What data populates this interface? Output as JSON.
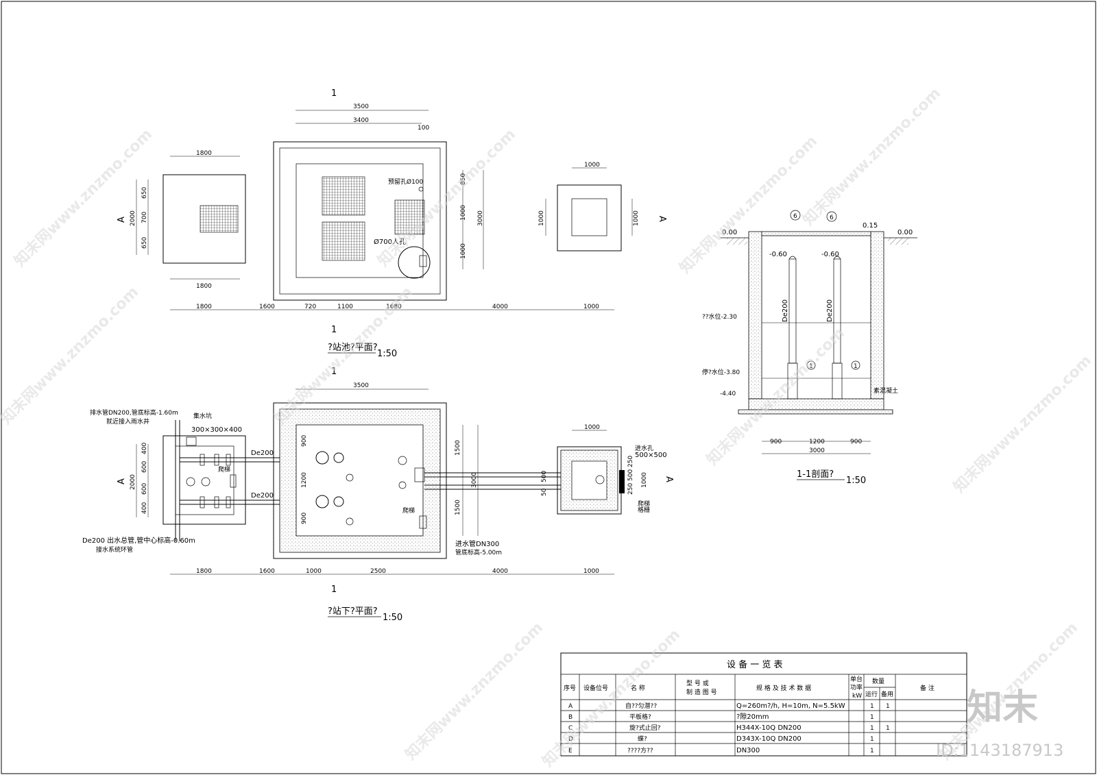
{
  "watermark": {
    "site": "知末网www.znzmo.com",
    "logo": "知末",
    "id_text": "ID:1143187913"
  },
  "plan_top": {
    "title": "?站池?平面?",
    "scale": "1:50",
    "section_mark": "1",
    "dims_top": [
      "3500",
      "3400",
      "100"
    ],
    "left_box_width": "1800",
    "left_box_height": "2000",
    "left_box_parts": [
      "650",
      "700",
      "650"
    ],
    "left_box_bottom": "1800",
    "right_box_width": "1000",
    "right_box_height_left": "1000",
    "right_box_height_right": "1000",
    "main_right_dims": [
      "850",
      "1000",
      "1000",
      "3000"
    ],
    "reserved_hole": "预留孔Ø100",
    "manhole": "Ø700人孔",
    "bottom_dims": [
      "1800",
      "1600",
      "720",
      "1100",
      "1680",
      "4000",
      "1000"
    ],
    "view_mark": "A"
  },
  "plan_bottom": {
    "title": "?站下?平面?",
    "scale": "1:50",
    "top_dim": "3500",
    "drain_pipe": "排水管DN200,管底标高-1.60m",
    "drain_note": "就近接入雨水井",
    "sump_label": "集水坑",
    "sump_size": "300×300×400",
    "pipe_a": "De200",
    "pipe_b": "De200",
    "ladder_left": "爬梯",
    "ladder_main": "爬梯",
    "ladder_right": "爬梯",
    "left_dims": [
      "400",
      "600",
      "600",
      "400",
      "2000"
    ],
    "inner_dims": [
      "900",
      "1200",
      "900"
    ],
    "right_dims": [
      "1500",
      "3000",
      "1500"
    ],
    "outlet_note": "De200 出水总管,管中心标高-0.60m",
    "outlet_note2": "接水系统环管",
    "inlet_hole": "进水孔",
    "inlet_size": "500×500",
    "screen": "格栅",
    "small_dims": [
      "1000",
      "500",
      "250",
      "500",
      "250",
      "1000",
      "50",
      "50"
    ],
    "inlet_pipe": "进水管DN300",
    "inlet_elev": "管底标高-5.00m",
    "bottom_dims": [
      "1800",
      "1600",
      "1000",
      "2500",
      "4000",
      "1000"
    ],
    "section_mark": "1",
    "view_mark": "A"
  },
  "section": {
    "title": "1-1剖面?",
    "scale": "1:50",
    "ground_left": "0.00",
    "ground_right": "0.00",
    "top_level": "0.15",
    "pipe_level_l": "-0.60",
    "pipe_level_r": "-0.60",
    "pipe_l": "De200",
    "pipe_r": "De200",
    "high_water": "??水位-2.30",
    "low_water": "停?水位-3.80",
    "bottom_level": "-4.40",
    "concrete": "素混凝土",
    "tag_6": "6",
    "tag_1": "1",
    "bottom_dims": [
      "900",
      "1200",
      "900"
    ],
    "total_dim": "3000"
  },
  "equipment_table": {
    "title": "设 备 一 览 表",
    "headers": {
      "no": "序号",
      "pos": "设备位号",
      "name": "名 称",
      "model": "型 号 或\n制 造 图 号",
      "spec": "规 格 及 技 术 数 据",
      "power": "单台\n功率\nkW",
      "qty": "数量",
      "run": "运行",
      "spare": "备用",
      "remark": "备 注"
    },
    "rows": [
      {
        "no": "A",
        "name": "自??匀潜??",
        "spec": "Q=260m?/h, H=10m, N=5.5kW",
        "run": "1",
        "spare": "1"
      },
      {
        "no": "B",
        "name": "平板格?",
        "spec": "?隙20mm",
        "run": "1",
        "spare": ""
      },
      {
        "no": "C",
        "name": "旋?式止回?",
        "spec": "H344X-10Q  DN200",
        "run": "1",
        "spare": "1"
      },
      {
        "no": "D",
        "name": "蝶?",
        "spec": "D343X-10Q  DN200",
        "run": "1",
        "spare": ""
      },
      {
        "no": "E",
        "name": "????方??",
        "spec": "DN300",
        "run": "1",
        "spare": ""
      }
    ]
  }
}
